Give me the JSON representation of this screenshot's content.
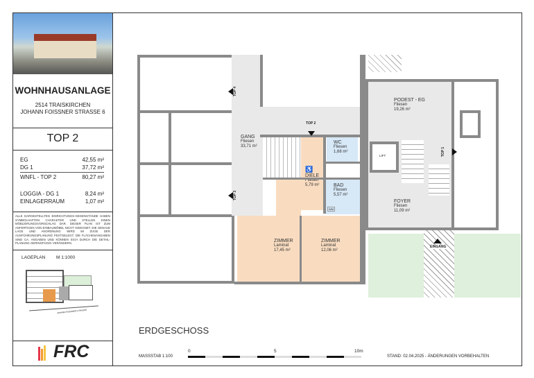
{
  "sidebar": {
    "title": "WOHNHAUSANLAGE",
    "address_line1": "2514 TRAISKIRCHEN",
    "address_line2": "JOHANN FOISSNER STRASSE 6",
    "unit": "TOP 2",
    "areas": [
      {
        "label": "EG",
        "value": "42,55 m²"
      },
      {
        "label": "DG 1",
        "value": "37,72 m²"
      },
      {
        "label": "WNFL - TOP 2",
        "value": "80,27 m²"
      },
      {
        "label": "LOGGIA - DG 1",
        "value": "8,24 m²"
      },
      {
        "label": "EINLAGERRAUM",
        "value": "1,07 m²"
      }
    ],
    "disclaimer": "ALLE DARGESTELLTEN EINRICHTUNGS-GEGENSTÄNDE HABEN SYMBOLHAFTEN CHARAKTER UND STELLEN EINEN MÖBLIERUNGSVORSCHLAG DAR. DIESER PLAN IST ZUM ANFERTIGEN VON EINBAUMÖBEL NICHT GEEIGNET. DIE GENAUE LAGE UND ANORDNUNG WIRD IM ZUGE DER AUSFÜHRUNGSPLANUNG FESTGELEGT. DIE FLÄCHENANGABEN SIND CA. ANGABEN UND KÖNNEN SICH DURCH DIE DETAIL-PLANUNG GERINGFÜGIG VERÄNDERN.",
    "site_plan_label": "LAGEPLAN",
    "site_plan_scale": "M 1:1000",
    "site_plan_street": "JOHANN FOISSNER STRASSE",
    "logo": "FRC"
  },
  "plan": {
    "floor": "ERDGESCHOSS",
    "rooms": {
      "gang": {
        "name": "GANG",
        "floor": "Fliesen",
        "area": "33,71 m²"
      },
      "diele": {
        "name": "DIELE",
        "floor": "Fliesen",
        "area": "5,79 m²"
      },
      "wc": {
        "name": "WC",
        "floor": "Fliesen",
        "area": "1,68 m²"
      },
      "bad": {
        "name": "BAD",
        "floor": "Fliesen",
        "area": "5,57 m²"
      },
      "zimmer1": {
        "name": "ZIMMER",
        "floor": "Laminat",
        "area": "17,45 m²"
      },
      "zimmer2": {
        "name": "ZIMMER",
        "floor": "Laminat",
        "area": "12,06 m²"
      },
      "podest": {
        "name": "PODEST - EG",
        "floor": "Fliesen",
        "area": "19,26 m²"
      },
      "foyer": {
        "name": "FOYER",
        "floor": "Fliesen",
        "area": "11,09 m²"
      }
    },
    "markers": {
      "top1": "TOP 1",
      "top2": "TOP 2",
      "top3": "TOP 3",
      "top4": "TOP 4",
      "lift": "LIFT",
      "wm": "WM",
      "entrance": "EINGANG"
    }
  },
  "footer": {
    "scale_label": "MASSSTAB 1:100",
    "ticks": [
      "0",
      "5",
      "10m"
    ],
    "status": "STAND: 02.04.2025 - ÄNDERUNGEN VORBEHALTEN"
  }
}
